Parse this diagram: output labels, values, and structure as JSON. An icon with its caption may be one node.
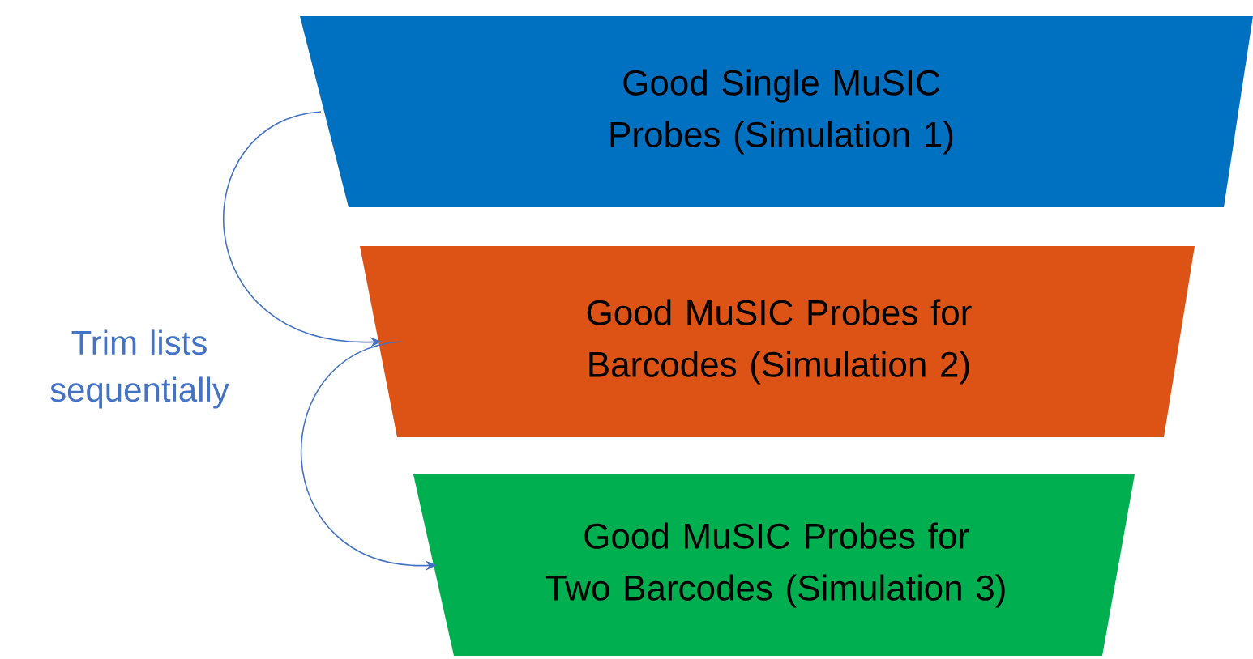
{
  "diagram": {
    "nodes": [
      {
        "text": [
          "Good Single MuSIC Probes (Simulation 1)"
        ]
      },
      {
        "text": [
          "Good MuSIC Probes for Barcodes (Simulation 2)"
        ]
      },
      {
        "text": [
          "Good MuSIC Probes for Two Barcodes (Simulation 3)"
        ]
      }
    ],
    "edges": [
      {
        "from": 0,
        "to": 1,
        "arrow": "to"
      },
      {
        "from": 1,
        "to": 2,
        "arrow": "to"
      }
    ],
    "labels": [
      "Trim lists sequentially"
    ]
  }
}
